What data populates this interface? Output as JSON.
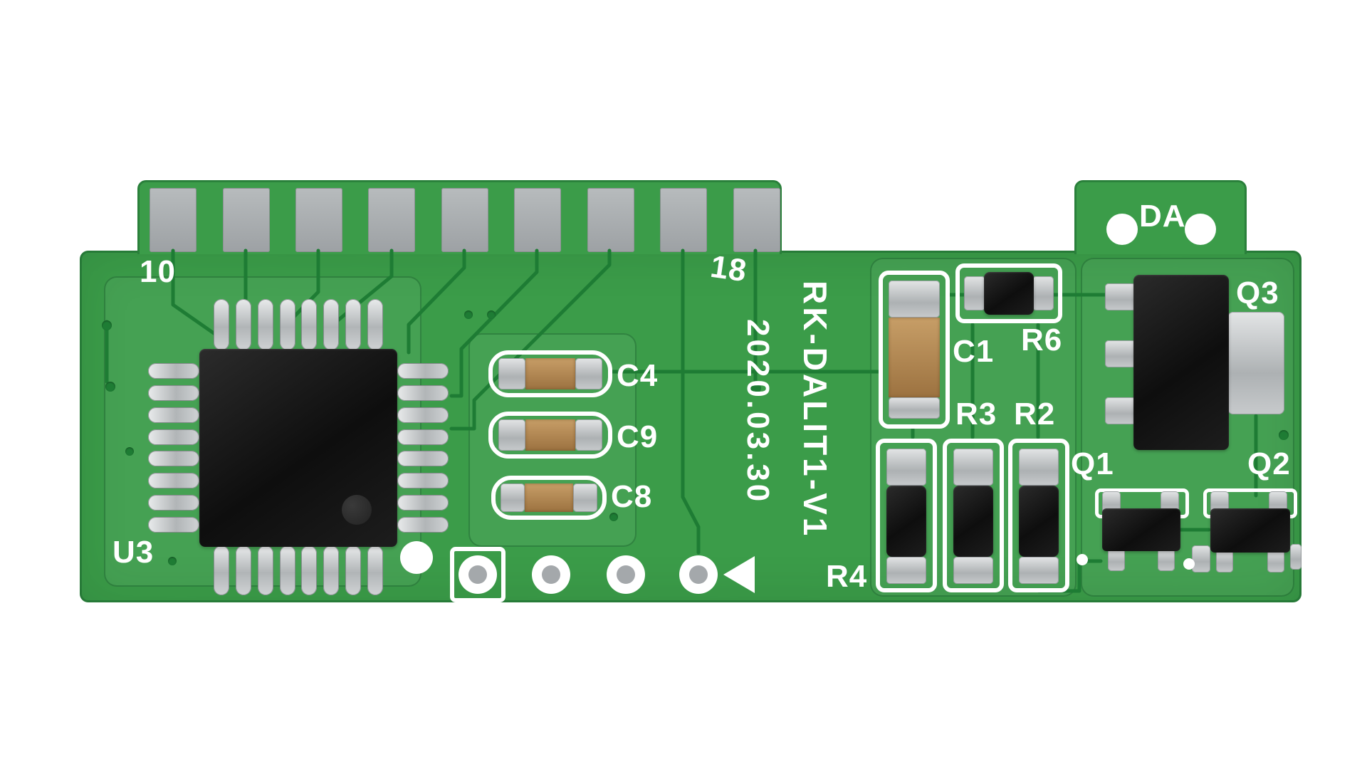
{
  "pcb": {
    "description": "green printed circuit board, top view",
    "silkscreen": {
      "pin_number_left": "10",
      "pin_number_right": "18",
      "ic_ref": "U3",
      "cap_c4": "C4",
      "cap_c9": "C9",
      "cap_c8": "C8",
      "cap_c1": "C1",
      "res_r6": "R6",
      "res_r3": "R3",
      "res_r2": "R2",
      "res_r4": "R4",
      "transistor_q1": "Q1",
      "transistor_q2": "Q2",
      "transistor_q3": "Q3",
      "connector_da": "DA",
      "model": "RK-DALIT1-V1",
      "date": "2020.03.30"
    },
    "colors": {
      "background": "#ffffff",
      "board": "#3b9c49",
      "trace": "#1e7c34",
      "component_black": "#0e0e0e",
      "ceramic_tan": "#9c7240",
      "silkscreen": "#ffffff"
    }
  }
}
